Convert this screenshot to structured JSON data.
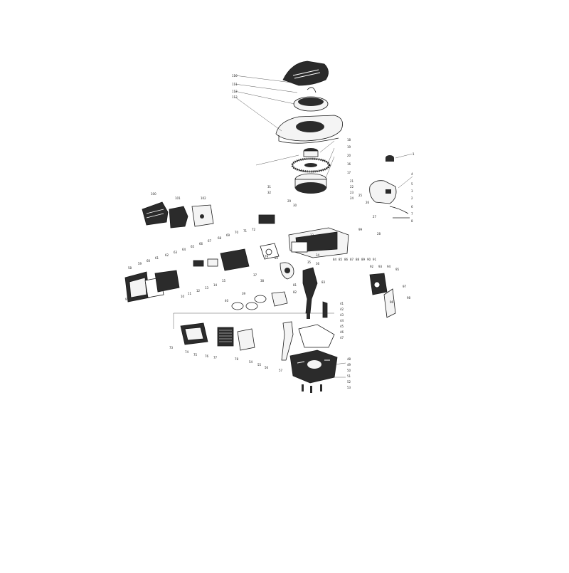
{
  "diagram": {
    "type": "exploded parts diagram",
    "colors": {
      "ink": "#1a1a1a",
      "fill_dark": "#2b2b2b",
      "fill_light": "#f4f4f4",
      "background": "#ffffff"
    },
    "callouts": {
      "c1": "110",
      "c2": "111",
      "c3": "112",
      "c4": "113",
      "c5": "18",
      "c6": "19",
      "c7": "20",
      "c8": "16",
      "c9": "17",
      "c10": "1",
      "c11": "4",
      "c12": "5",
      "c13": "3",
      "c14": "2",
      "c15": "6",
      "c16": "7",
      "c17": "8",
      "c18": "100",
      "c19": "101",
      "c20": "102",
      "c21": "41",
      "c22": "42",
      "c23": "43",
      "c24": "44",
      "c25": "45",
      "c26": "46",
      "c27": "47",
      "c28": "48",
      "c29": "49",
      "c30": "50",
      "c31": "51",
      "c32": "52",
      "c33": "53",
      "c34": "54",
      "c35": "55",
      "c36": "56",
      "c37": "57",
      "c38": "58",
      "c39": "59",
      "c40": "60",
      "c41": "61",
      "c42": "62",
      "c43": "63",
      "c44": "64",
      "c45": "65",
      "c46": "66",
      "c47": "67",
      "c48": "68",
      "c49": "69",
      "c50": "70",
      "c51": "71",
      "c52": "72",
      "c53": "73",
      "c54": "74",
      "c55": "75",
      "c56": "76",
      "c57": "77",
      "c58": "78",
      "c59": "79",
      "c60": "80",
      "c61": "81",
      "c62": "82",
      "c63": "83",
      "c64": "84",
      "c65": "85",
      "c66": "86",
      "c67": "87",
      "c68": "88",
      "c69": "89",
      "c70": "90",
      "c71": "91",
      "c72": "92",
      "c73": "93",
      "c74": "94",
      "c75": "95",
      "c76": "96",
      "c77": "97",
      "c78": "98",
      "c79": "99",
      "c80": "21",
      "c81": "22",
      "c82": "23",
      "c83": "24",
      "c84": "25",
      "c85": "26",
      "c86": "27",
      "c87": "28",
      "c88": "29",
      "c89": "30",
      "c90": "31",
      "c91": "32",
      "c92": "33",
      "c93": "34",
      "c94": "35",
      "c95": "36",
      "c96": "37",
      "c97": "38",
      "c98": "39",
      "c99": "40",
      "c100": "9",
      "c101": "10",
      "c102": "11",
      "c103": "12",
      "c104": "13",
      "c105": "14",
      "c106": "15"
    }
  }
}
